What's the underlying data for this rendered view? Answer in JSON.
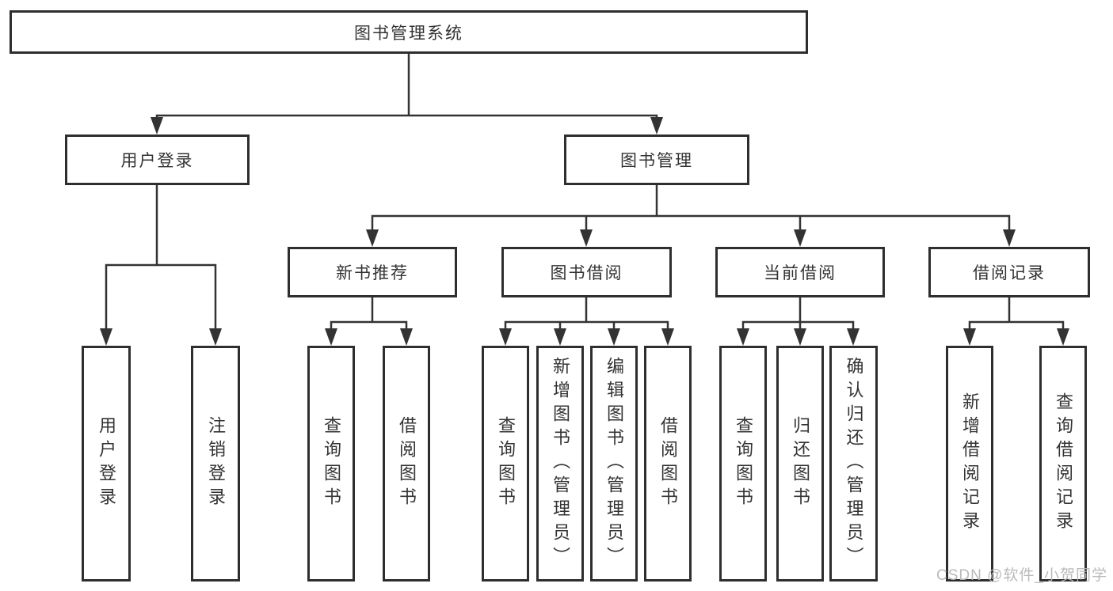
{
  "tree": {
    "root": {
      "label": "图书管理系统",
      "children": [
        {
          "label": "用户登录",
          "children": [
            {
              "label": "用户登录"
            },
            {
              "label": "注销登录"
            }
          ]
        },
        {
          "label": "图书管理",
          "children": [
            {
              "label": "新书推荐",
              "children": [
                {
                  "label": "查询图书"
                },
                {
                  "label": "借阅图书"
                }
              ]
            },
            {
              "label": "图书借阅",
              "children": [
                {
                  "label": "查询图书"
                },
                {
                  "label": "新增图书（管理员）"
                },
                {
                  "label": "编辑图书（管理员）"
                },
                {
                  "label": "借阅图书"
                }
              ]
            },
            {
              "label": "当前借阅",
              "children": [
                {
                  "label": "查询图书"
                },
                {
                  "label": "归还图书"
                },
                {
                  "label": "确认归还（管理员）"
                }
              ]
            },
            {
              "label": "借阅记录",
              "children": [
                {
                  "label": "新增借阅记录"
                },
                {
                  "label": "查询借阅记录"
                }
              ]
            }
          ]
        }
      ]
    }
  },
  "watermark": {
    "text": "CSDN @软件_小贺同学"
  },
  "colors": {
    "line": "#333333",
    "box_border": "#2e2e2e",
    "text": "#333333",
    "background": "#ffffff",
    "watermark": "#b6b6b6"
  }
}
